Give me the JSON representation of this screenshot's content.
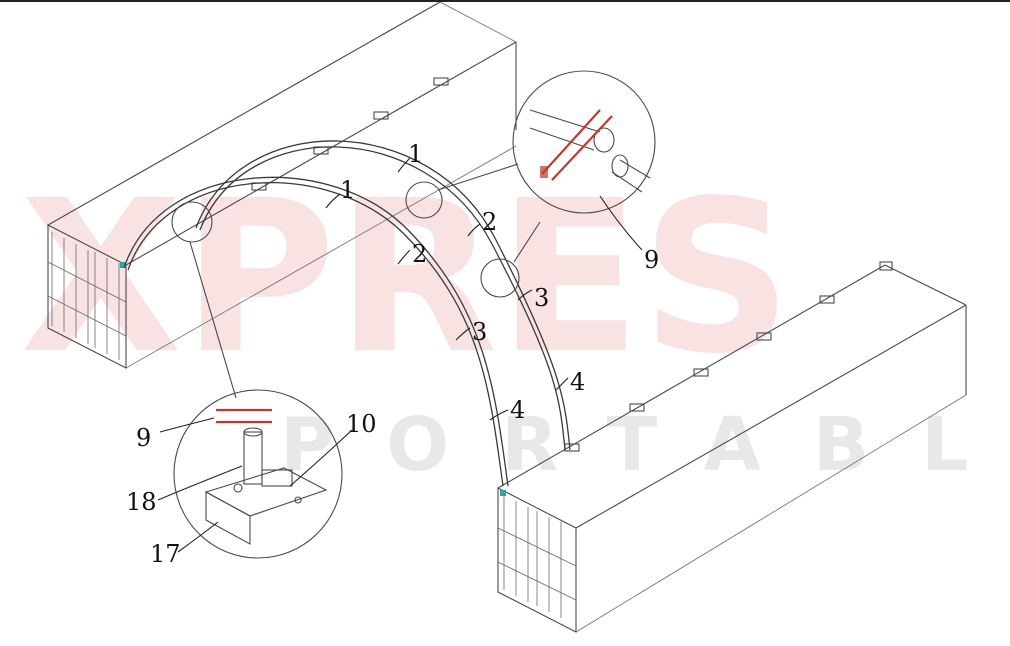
{
  "watermark": {
    "brand_word": "XPRES",
    "sub_word": "PORTABL",
    "brand_color": "#e05a5a",
    "sub_color": "#8a8a8a"
  },
  "callouts": {
    "rear_arch_top": "1",
    "front_arch_top": "1",
    "rear_arch_upper": "2",
    "front_arch_upper": "2",
    "rear_arch_lower": "3",
    "front_arch_lower": "3",
    "rear_arch_base": "4",
    "front_arch_base": "4",
    "pin_detail": "9",
    "base_pin": "9",
    "base_clamp": "10",
    "base_post": "18",
    "base_plate": "17"
  },
  "colors": {
    "line": "#4a4a4a",
    "bolt_accent": "#c0392b"
  }
}
